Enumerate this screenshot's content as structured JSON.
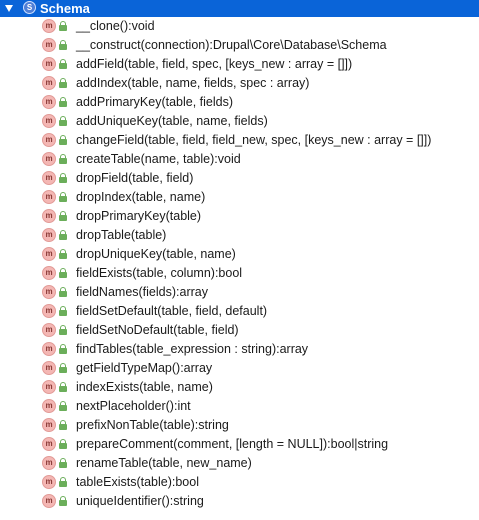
{
  "class_node": {
    "name": "Schema",
    "icon": "class-icon",
    "icon_letter": "S",
    "expanded": true
  },
  "member_icon_letter": "m",
  "members": [
    "__clone():void",
    "__construct(connection):Drupal\\Core\\Database\\Schema",
    "addField(table, field, spec, [keys_new : array = []])",
    "addIndex(table, name, fields, spec : array)",
    "addPrimaryKey(table, fields)",
    "addUniqueKey(table, name, fields)",
    "changeField(table, field, field_new, spec, [keys_new : array = []])",
    "createTable(name, table):void",
    "dropField(table, field)",
    "dropIndex(table, name)",
    "dropPrimaryKey(table)",
    "dropTable(table)",
    "dropUniqueKey(table, name)",
    "fieldExists(table, column):bool",
    "fieldNames(fields):array",
    "fieldSetDefault(table, field, default)",
    "fieldSetNoDefault(table, field)",
    "findTables(table_expression : string):array",
    "getFieldTypeMap():array",
    "indexExists(table, name)",
    "nextPlaceholder():int",
    "prefixNonTable(table):string",
    "prepareComment(comment, [length = NULL]):bool|string",
    "renameTable(table, new_name)",
    "tableExists(table):bool",
    "uniqueIdentifier():string"
  ]
}
